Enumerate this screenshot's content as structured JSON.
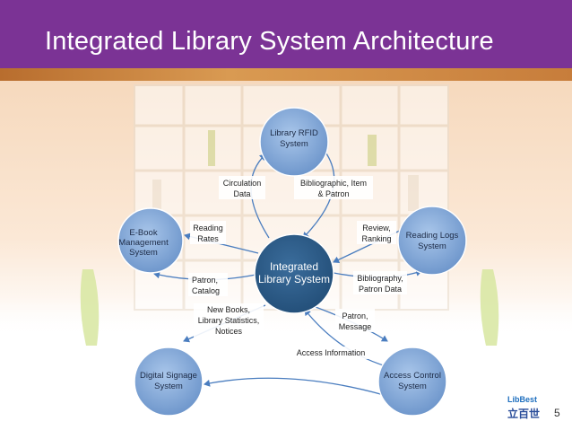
{
  "title": "Integrated Library System Architecture",
  "page_number": "5",
  "logo": {
    "en": "LibBest",
    "cn": "立百世"
  },
  "center": {
    "line1": "Integrated",
    "line2": "Library System"
  },
  "nodes": {
    "rfid": {
      "line1": "Library RFID",
      "line2": "System"
    },
    "ebook": {
      "line1": "E-Book",
      "line2": "Management",
      "line3": "System"
    },
    "reading_logs": {
      "line1": "Reading Logs",
      "line2": "System"
    },
    "signage": {
      "line1": "Digital Signage",
      "line2": "System"
    },
    "access": {
      "line1": "Access Control",
      "line2": "System"
    }
  },
  "labels": {
    "circulation": {
      "line1": "Circulation",
      "line2": "Data"
    },
    "bibliographic": {
      "line1": "Bibliographic, Item",
      "line2": "& Patron"
    },
    "reading_rates": {
      "line1": "Reading",
      "line2": "Rates"
    },
    "review": {
      "line1": "Review,",
      "line2": "Ranking"
    },
    "patron_catalog": {
      "line1": "Patron,",
      "line2": "Catalog"
    },
    "biblio_patron": {
      "line1": "Bibliography,",
      "line2": "Patron Data"
    },
    "new_books": {
      "line1": "New Books,",
      "line2": "Library Statistics,",
      "line3": "Notices"
    },
    "patron_message": {
      "line1": "Patron,",
      "line2": "Message"
    },
    "access_info": "Access Information"
  },
  "colors": {
    "title_bar": "#7b3395",
    "node_fill": "#7ea6d8",
    "center_fill": "#2e5c8a",
    "arrow": "#4a7dbf"
  }
}
